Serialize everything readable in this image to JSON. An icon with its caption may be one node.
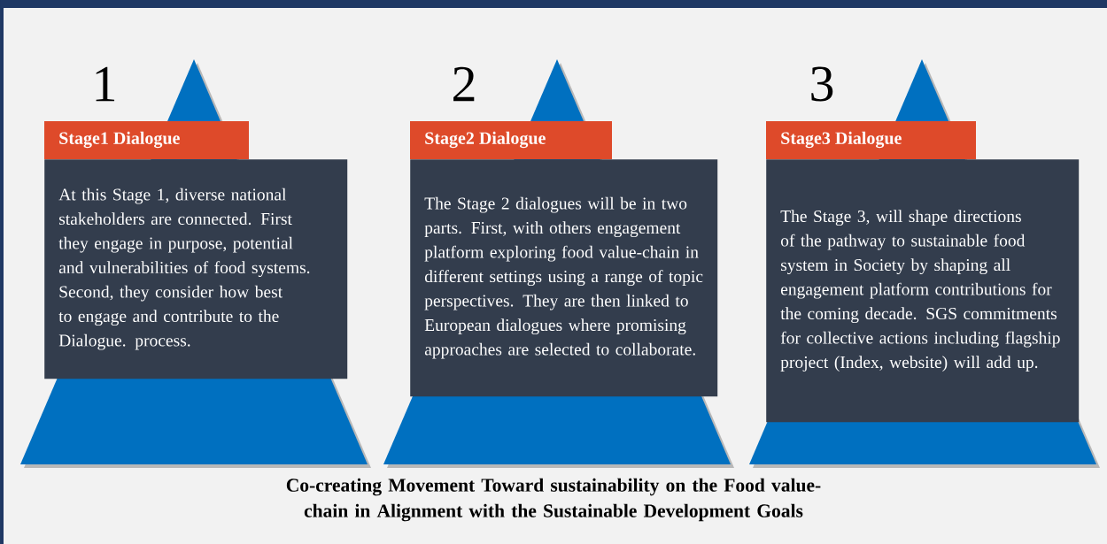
{
  "diagram": {
    "caption": "Co-creating Movement Toward sustainability on the Food value-chain in Alignment with the Sustainable Development Goals",
    "nodes": [
      {
        "text": [
          "Stage1 Dialogue",
          "At this Stage 1, diverse national stakeholders are connected. First they engage in purpose, potential and vulnerabilities of food systems. Second, they consider how best to engage and contribute to the Dialogue. process."
        ]
      },
      {
        "text": [
          "Stage2 Dialogue",
          "The Stage 2 dialogues will be in two parts. First, with others engagement platform exploring food value-chain in different settings using a range of topic perspectives. They are then linked to European dialogues where promising approaches are selected to collaborate."
        ]
      },
      {
        "text": [
          "Stage3 Dialogue",
          "The Stage 3, will shape directions of the pathway to sustainable food system in Society by shaping all engagement platform contributions for the coming decade. SGS commitments for collective actions including flagship project (Index, website) will add up."
        ]
      }
    ],
    "labels": [
      "1",
      "2",
      "3"
    ]
  }
}
